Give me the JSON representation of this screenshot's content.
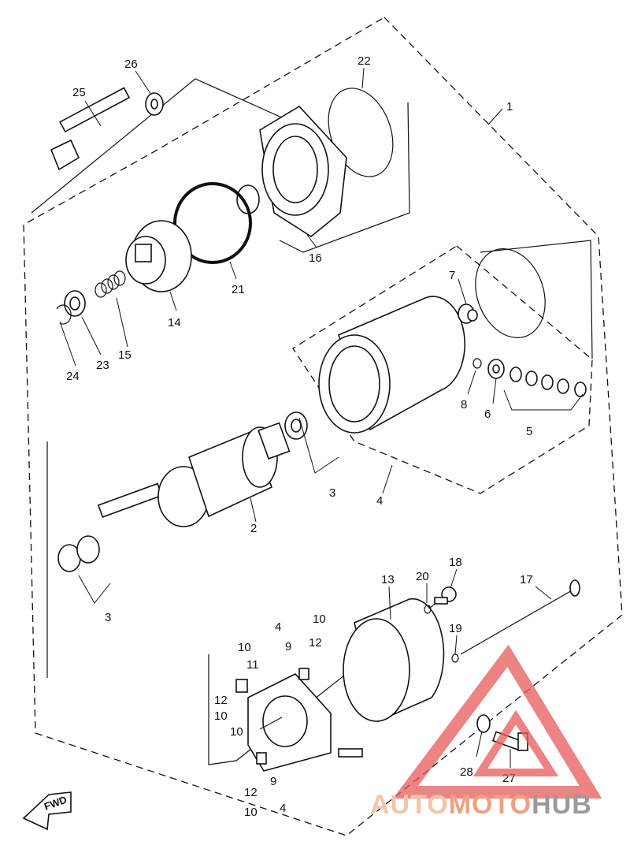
{
  "callouts": {
    "c1": "1",
    "c2": "2",
    "c3a": "3",
    "c3b": "3",
    "c4a": "4",
    "c4b": "4",
    "c4c": "4",
    "c5": "5",
    "c6": "6",
    "c7": "7",
    "c8": "8",
    "c9a": "9",
    "c9b": "9",
    "c10a": "10",
    "c10b": "10",
    "c10c": "10",
    "c10d": "10",
    "c10e": "10",
    "c11": "11",
    "c12a": "12",
    "c12b": "12",
    "c12c": "12",
    "c13": "13",
    "c14": "14",
    "c15": "15",
    "c16": "16",
    "c17": "17",
    "c18": "18",
    "c19": "19",
    "c20": "20",
    "c21": "21",
    "c22": "22",
    "c23": "23",
    "c24": "24",
    "c25": "25",
    "c26": "26",
    "c27": "27",
    "c28": "28"
  },
  "fwd_label": "FWD",
  "watermark": {
    "part1": "AUTO",
    "part2": "MOTO",
    "part3": "HUB",
    "color1": "#f2c4a8",
    "color2": "#f0a07c",
    "color3": "#9a9a9a",
    "triangle_color": "#e85a5a"
  }
}
